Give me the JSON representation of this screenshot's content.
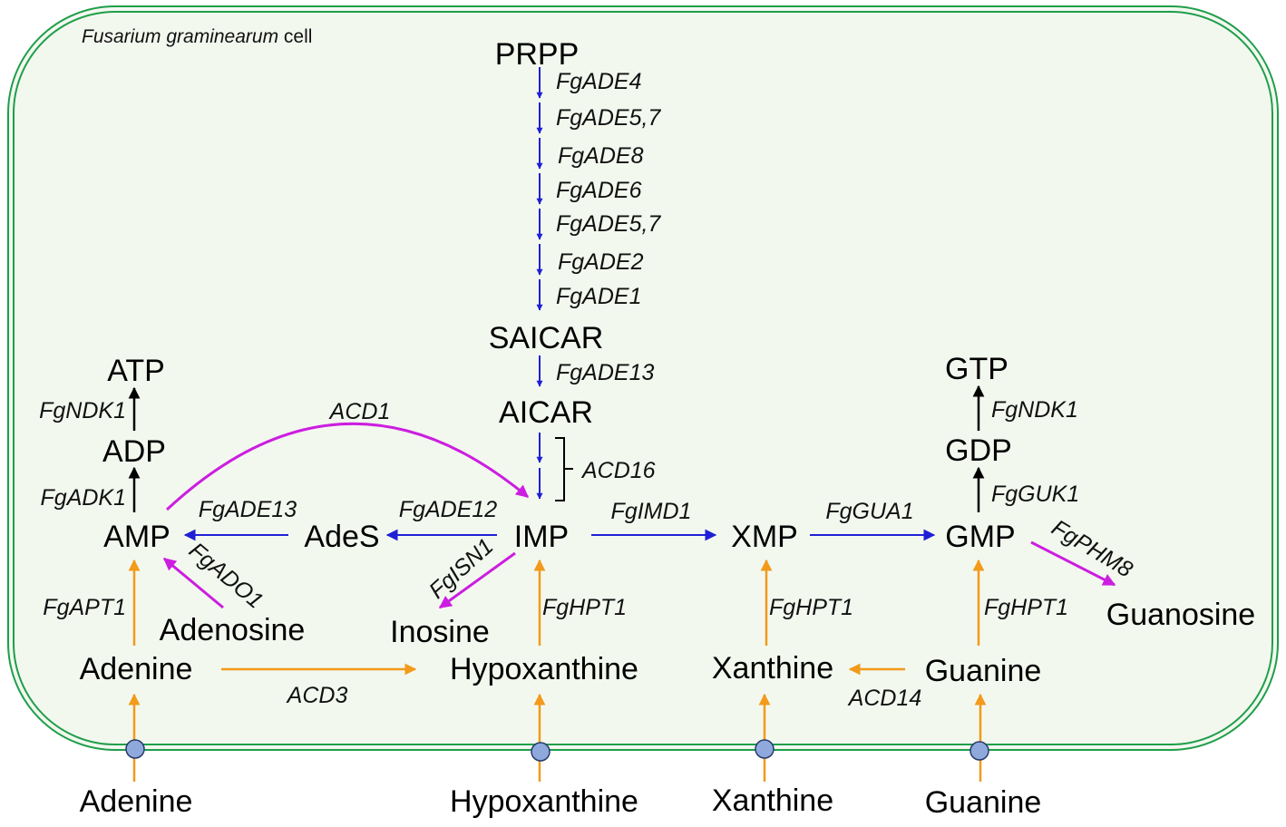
{
  "cell_label": {
    "organism": "Fusarium graminearum",
    "suffix": " cell"
  },
  "colors": {
    "membrane": "#1e9e4a",
    "cell_fill": "#f3f8ef",
    "de_novo": "#1f1fd6",
    "salvage": "#f29a1a",
    "degradation": "#cc1ee0",
    "kinase": "#000000",
    "transporter": "#8fa9dc"
  },
  "metabolites": {
    "prpp": "PRPP",
    "saicar": "SAICAR",
    "aicar": "AICAR",
    "imp": "IMP",
    "xmp": "XMP",
    "gmp": "GMP",
    "gdp": "GDP",
    "gtp": "GTP",
    "ades": "AdeS",
    "amp": "AMP",
    "adp": "ADP",
    "atp": "ATP",
    "adenosine": "Adenosine",
    "inosine": "Inosine",
    "guanosine": "Guanosine",
    "adenine_in": "Adenine",
    "hypoxanthine_in": "Hypoxanthine",
    "xanthine_in": "Xanthine",
    "guanine_in": "Guanine",
    "adenine_out": "Adenine",
    "hypoxanthine_out": "Hypoxanthine",
    "xanthine_out": "Xanthine",
    "guanine_out": "Guanine"
  },
  "enzymes": {
    "ade4": "FgADE4",
    "ade57_a": "FgADE5,7",
    "ade8": "FgADE8",
    "ade6": "FgADE6",
    "ade57_b": "FgADE5,7",
    "ade2": "FgADE2",
    "ade1": "FgADE1",
    "ade13_denovo": "FgADE13",
    "acd16": "ACD16",
    "acd1": "ACD1",
    "ndk1_a": "FgNDK1",
    "adk1": "FgADK1",
    "ade13_amp": "FgADE13",
    "ade12": "FgADE12",
    "imd1": "FgIMD1",
    "gua1": "FgGUA1",
    "ndk1_g": "FgNDK1",
    "guk1": "FgGUK1",
    "phm8": "FgPHM8",
    "ado1": "FgADO1",
    "isn1": "FgISN1",
    "apt1": "FgAPT1",
    "hpt1_h": "FgHPT1",
    "hpt1_x": "FgHPT1",
    "hpt1_g": "FgHPT1",
    "acd3": "ACD3",
    "acd14": "ACD14"
  }
}
